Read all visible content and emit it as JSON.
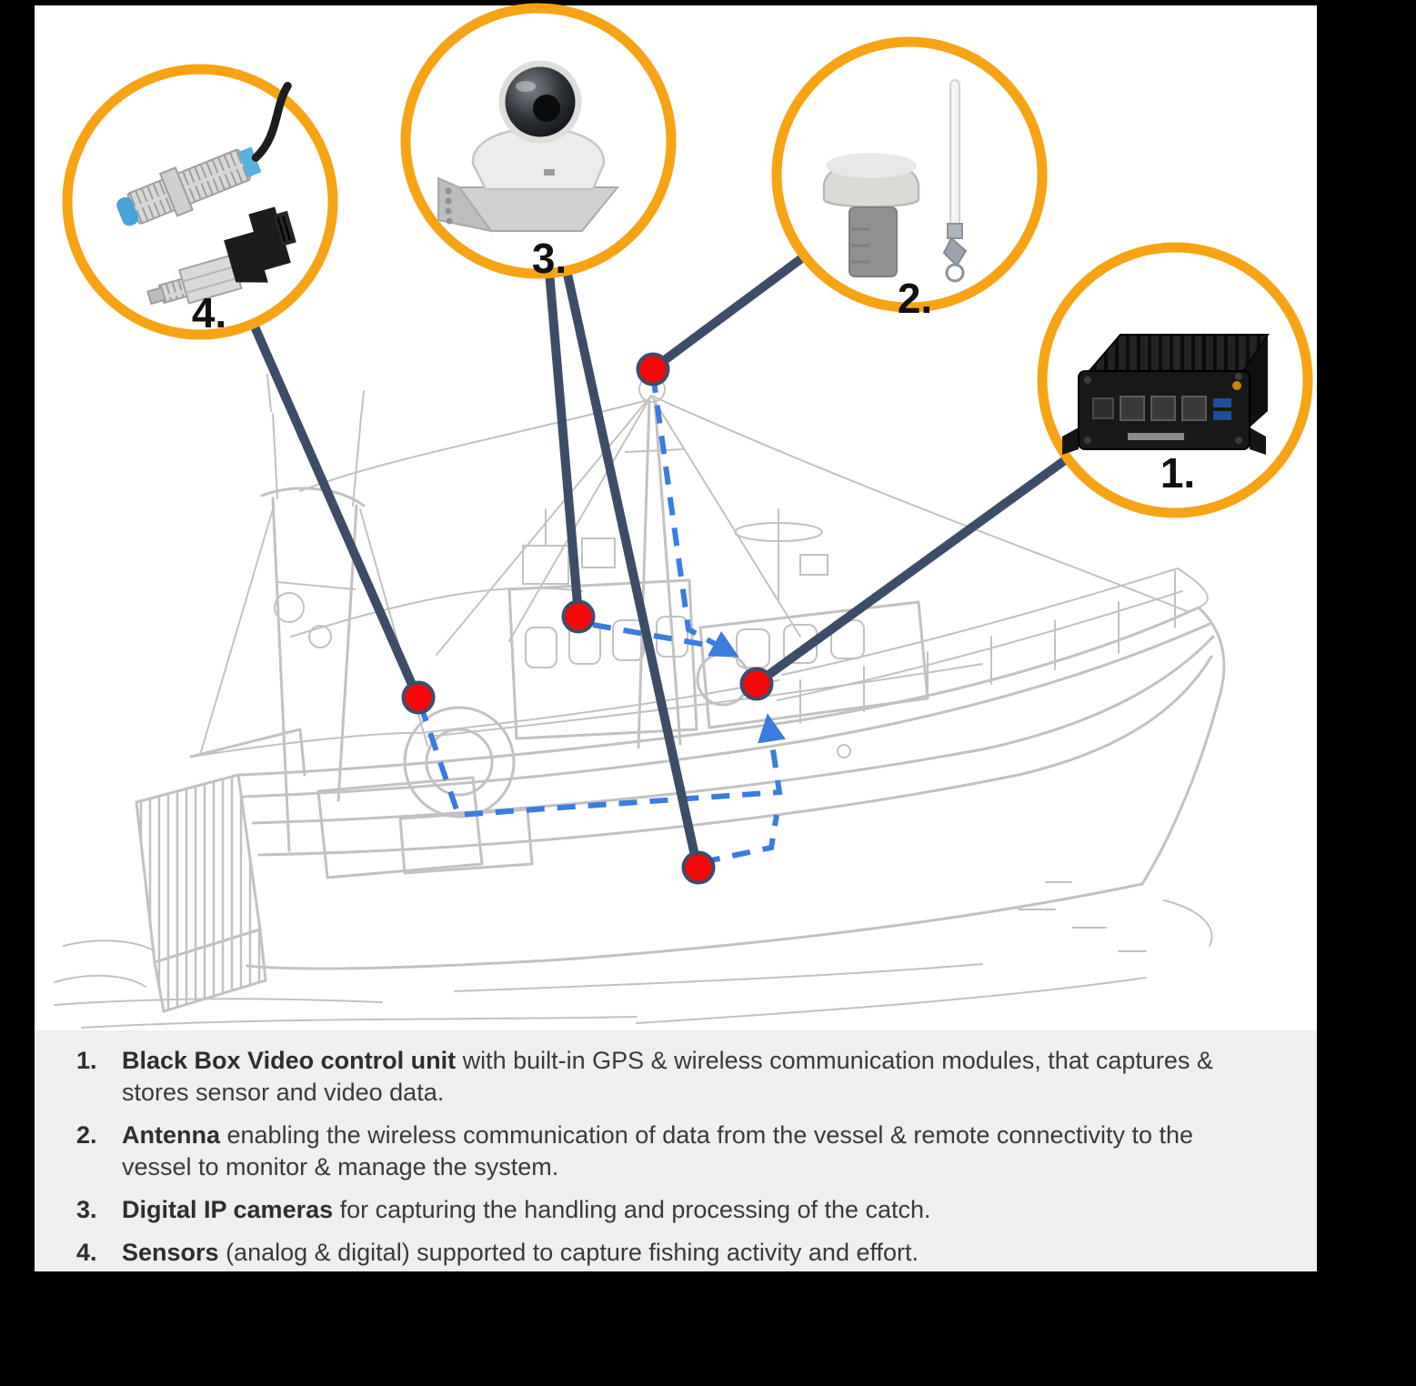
{
  "colors": {
    "accent_orange": "#F8A316",
    "line_navy": "#3D4D68",
    "dot_red": "#F60708",
    "dashed_blue": "#3B7CE0",
    "sketch_gray": "#C2C2C2",
    "legend_bg": "#EFEFEF",
    "text_dark": "#3A3A3A"
  },
  "callouts": [
    {
      "label": "1.",
      "item": "black-box-video-control-unit"
    },
    {
      "label": "2.",
      "item": "antenna"
    },
    {
      "label": "3.",
      "item": "digital-ip-camera"
    },
    {
      "label": "4.",
      "item": "sensors"
    }
  ],
  "legend": {
    "items": [
      {
        "num": "1.",
        "lead": "Black Box Video control unit",
        "rest": " with built-in GPS & wireless communication modules, that captures & stores sensor and video data."
      },
      {
        "num": "2.",
        "lead": "Antenna",
        "rest": " enabling the wireless communication of data from the vessel & remote connectivity to the vessel to monitor & manage the system."
      },
      {
        "num": "3.",
        "lead": "Digital IP cameras",
        "rest": " for capturing the handling and processing of the catch."
      },
      {
        "num": "4.",
        "lead": "Sensors",
        "rest": " (analog & digital) supported to capture fishing activity and effort."
      }
    ]
  }
}
